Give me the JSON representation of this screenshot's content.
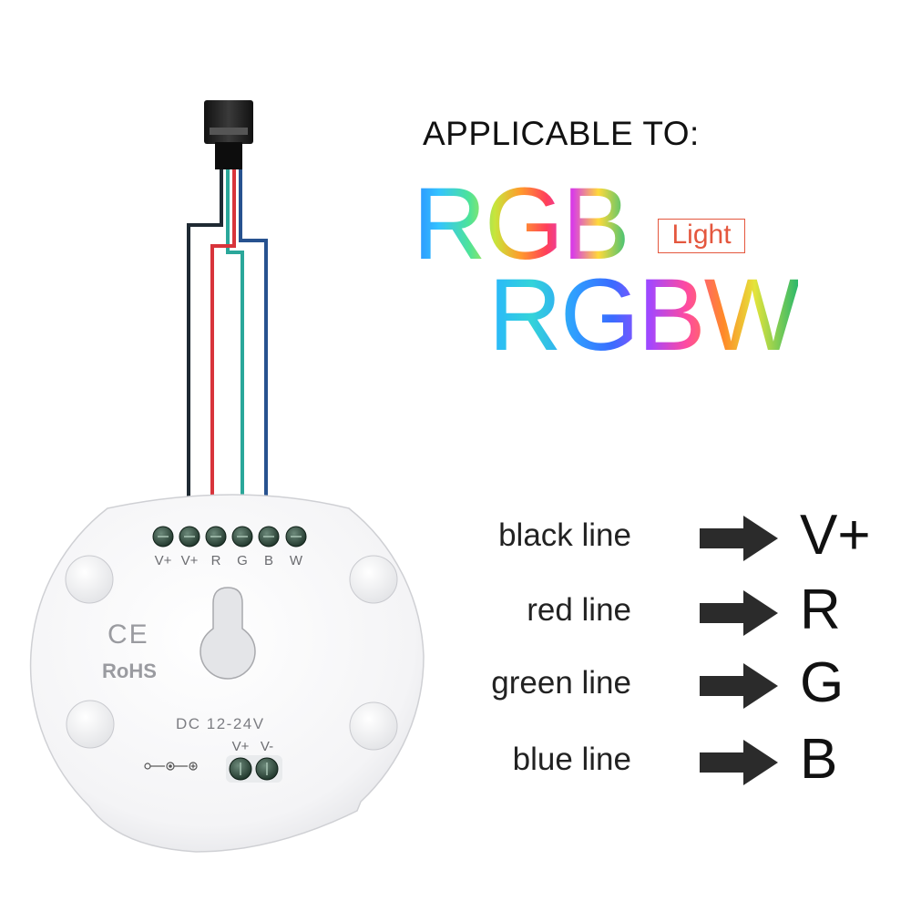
{
  "heading": "APPLICABLE TO:",
  "types": {
    "rgb": "RGB",
    "light": "Light",
    "rgbw": "RGBW"
  },
  "legend": [
    {
      "line": "black line",
      "pin": "V+"
    },
    {
      "line": "red line",
      "pin": "R"
    },
    {
      "line": "green line",
      "pin": "G"
    },
    {
      "line": "blue line",
      "pin": "B"
    }
  ],
  "device": {
    "terminals": [
      "V+",
      "V+",
      "R",
      "G",
      "B",
      "W"
    ],
    "ce_mark": "CE",
    "rohs": "RoHS",
    "voltage": "DC 12-24V",
    "power_terminals": [
      "V+",
      "V-"
    ]
  },
  "wire_colors": {
    "black": "#1f2a33",
    "red": "#d8343b",
    "green": "#2aa79a",
    "blue": "#27528f"
  }
}
